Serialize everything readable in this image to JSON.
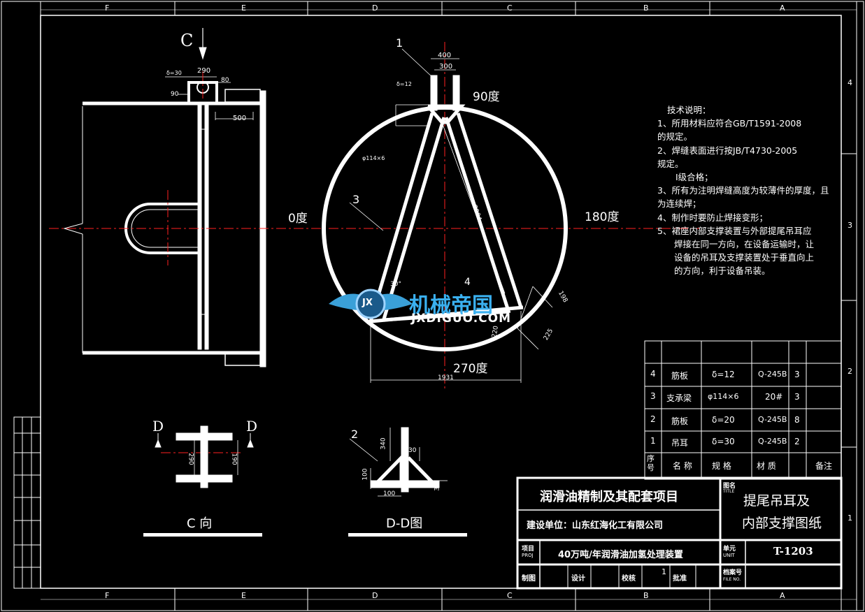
{
  "frame": {
    "top_columns": [
      "F",
      "E",
      "D",
      "C",
      "B",
      "A"
    ],
    "bottom_columns": [
      "F",
      "E",
      "D",
      "C",
      "B",
      "A"
    ],
    "right_rows": [
      "4",
      "3",
      "2",
      "1"
    ]
  },
  "views": {
    "c_arrow": "C",
    "c_view_title": "C 向",
    "dd_title": "D-D图",
    "d_left": "D",
    "d_right": "D",
    "angle_90": "90度",
    "angle_0": "0度",
    "angle_180": "180度",
    "angle_270": "270度"
  },
  "dimensions": {
    "c_290": "290",
    "c_delta30": "δ=30",
    "c_90": "90",
    "c_80": "80",
    "c_500": "500",
    "m_400": "400",
    "m_300": "300",
    "m_delta12": "δ=12",
    "m_pipe": "φ114×6",
    "m_2904": "2904",
    "m_30deg": "30°",
    "m_198": "198",
    "m_225": "225",
    "m_220": "220",
    "m_1931": "1931",
    "d_290": "290",
    "d_190": "190",
    "dd_340": "340",
    "dd_30a": "30",
    "dd_100a": "100",
    "dd_100b": "100",
    "dd_30b": "30"
  },
  "callouts": [
    "1",
    "2",
    "3",
    "4"
  ],
  "notes": {
    "heading": "技术说明：",
    "lines": [
      "1、所用材料应符合GB/T1591-2008",
      "的规定。",
      "2、焊缝表面进行按JB/T4730-2005",
      "规定。",
      "Ⅰ级合格；",
      "3、所有为注明焊缝高度为较薄件的厚度，且",
      "为连续焊；",
      "4、制作时要防止焊接变形；",
      "5、裙座内部支撑装置与外部提尾吊耳应",
      "焊接在同一方向，在设备运输时，让",
      "设备的吊耳及支撑装置处于垂直向上",
      "的方向，利于设备吊装。"
    ]
  },
  "bom": {
    "rows": [
      {
        "no": "4",
        "name": "筋板",
        "spec": "δ=12",
        "material": "Q-245B",
        "qty": "3"
      },
      {
        "no": "3",
        "name": "支承梁",
        "spec": "φ114×6",
        "material": "20#",
        "qty": "3"
      },
      {
        "no": "2",
        "name": "筋板",
        "spec": "δ=20",
        "material": "Q-245B",
        "qty": "8"
      },
      {
        "no": "1",
        "name": "吊耳",
        "spec": "δ=30",
        "material": "Q-245B",
        "qty": "2"
      }
    ],
    "header": {
      "no": "序号",
      "name": "名 称",
      "spec": "规 格",
      "material": "材 质",
      "remark": "备注"
    }
  },
  "title_block": {
    "project_name": "润滑油精制及其配套项目",
    "client": "建设单位：山东红海化工有限公司",
    "item_label": "项目",
    "item_label_en": "PROJ",
    "item_value": "40万吨/年润滑油加氢处理装置",
    "drawing_name_label": "图名",
    "drawing_name_label_en": "TITLE",
    "drawing_name_1": "提尾吊耳及",
    "drawing_name_2": "内部支撑图纸",
    "unit_label": "单元",
    "unit_label_en": "UNIT",
    "drawing_no": "T-1203",
    "drawn": "制图",
    "design": "设计",
    "check": "校核",
    "check_val": "1",
    "approve": "批准",
    "archive_label": "档案号",
    "archive_label_en": "FILE NO."
  },
  "watermark": {
    "logo_text": "机械帝国",
    "url": "JXDIGUO.COM",
    "badge": "JX"
  },
  "colors": {
    "background": "#000000",
    "line": "#ffffff",
    "centerline": "#ff2020"
  }
}
